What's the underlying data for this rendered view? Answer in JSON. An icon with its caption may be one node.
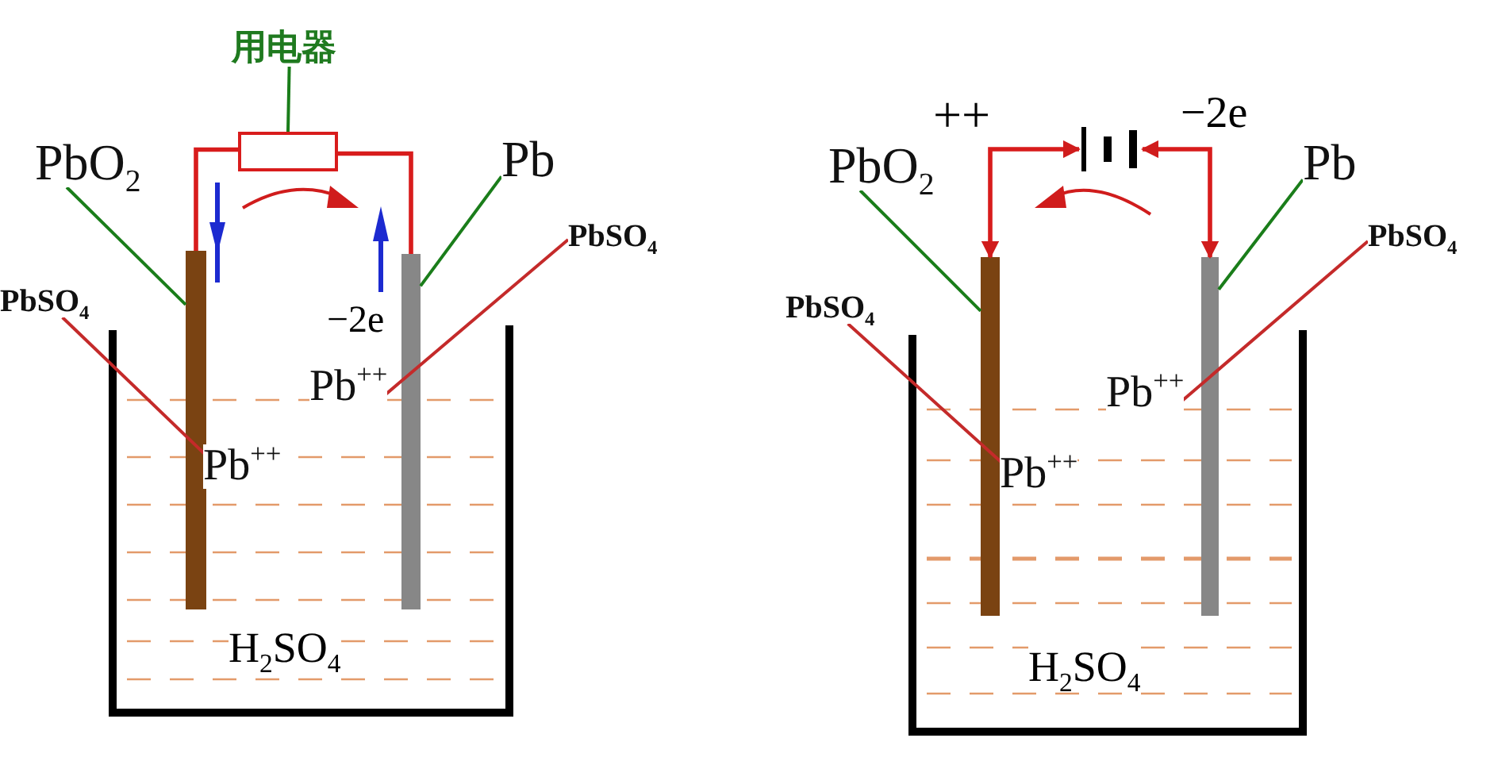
{
  "diagram": {
    "nodes": [
      {
        "text": [
          "用电器"
        ]
      },
      {
        "text": [],
        "shape": "box"
      },
      {
        "text": [
          "PbO$_{2}$"
        ]
      },
      {
        "text": [
          "Pb"
        ]
      },
      {
        "text": [
          "PbSO$_{4}$"
        ]
      },
      {
        "text": [
          "PbSO$_{4}$"
        ]
      },
      {
        "text": [
          "H$_{2}$SO$_{4}$"
        ]
      },
      {
        "text": [
          "Pb$^{++}$"
        ],
        "in": 6
      },
      {
        "text": [
          "Pb$^{++}$"
        ],
        "in": 6
      },
      {
        "text": [],
        "shape": "bar"
      },
      {
        "text": [],
        "shape": "bar"
      },
      {
        "text": [],
        "shape": "battery"
      },
      {
        "text": [
          "PbO$_{2}$"
        ]
      },
      {
        "text": [
          "Pb"
        ]
      },
      {
        "text": [
          "PbSO$_{4}$"
        ]
      },
      {
        "text": [
          "PbSO$_{4}$"
        ]
      },
      {
        "text": [
          "H$_{2}$SO$_{4}$"
        ]
      },
      {
        "text": [
          "Pb$^{++}$"
        ],
        "in": 16
      },
      {
        "text": [
          "Pb$^{++}$"
        ],
        "in": 16
      },
      {
        "text": [],
        "shape": "bar"
      },
      {
        "text": [],
        "shape": "bar"
      }
    ],
    "edges": [
      {
        "from": 0,
        "to": 1,
        "arrow": "none",
        "color": "#1a7d1a"
      },
      {
        "from": 9,
        "to": 1,
        "arrow": "none",
        "color": "#d81c1c"
      },
      {
        "from": 1,
        "to": 10,
        "arrow": "none",
        "color": "#d81c1c"
      },
      {
        "from": 2,
        "to": 9,
        "arrow": "none",
        "color": "#1a7d1a"
      },
      {
        "from": 3,
        "to": 10,
        "arrow": "none",
        "color": "#1a7d1a"
      },
      {
        "from": 4,
        "to": 7,
        "arrow": "none",
        "color": "#c42a2a"
      },
      {
        "from": 5,
        "to": 8,
        "arrow": "none",
        "color": "#c42a2a"
      },
      {
        "from": 11,
        "to": 19,
        "arrow": "both",
        "color": "#d81c1c"
      },
      {
        "from": 11,
        "to": 20,
        "arrow": "both",
        "color": "#d81c1c"
      },
      {
        "from": 12,
        "to": 19,
        "arrow": "none",
        "color": "#1a7d1a"
      },
      {
        "from": 13,
        "to": 20,
        "arrow": "none",
        "color": "#1a7d1a"
      },
      {
        "from": 14,
        "to": 17,
        "arrow": "none",
        "color": "#c42a2a"
      },
      {
        "from": 15,
        "to": 18,
        "arrow": "none",
        "color": "#c42a2a"
      }
    ],
    "labels": [
      "−2e",
      "++",
      "−2e"
    ]
  }
}
